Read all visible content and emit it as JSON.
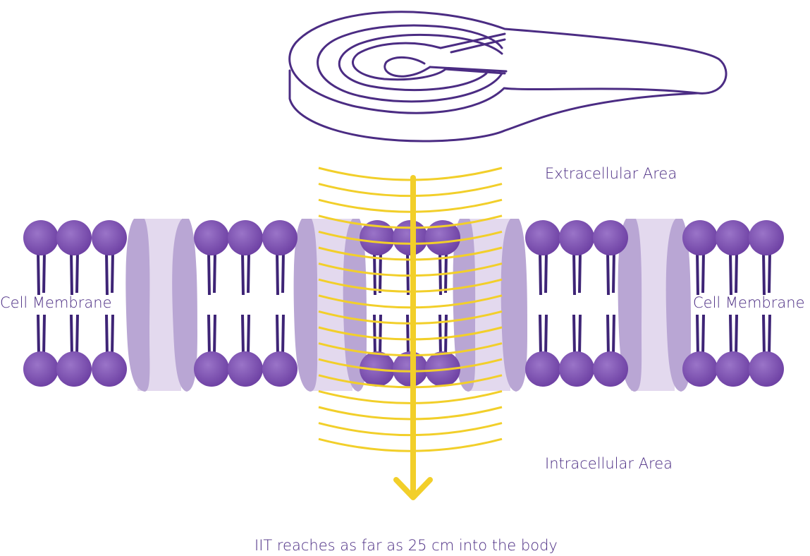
{
  "labels": {
    "extracellular": "Extracellular Area",
    "intracellular": "Intracellular Area",
    "membrane_left": "Cell Membrane",
    "membrane_right": "Cell Membrane",
    "caption": "IIT reaches as far as 25 cm into the body"
  },
  "colors": {
    "lipid_head": "#7b4fae",
    "lipid_tail": "#3e2476",
    "protein_dark": "#b9a6d4",
    "protein_light": "#e3d9ee",
    "field_lines": "#f2cf2a",
    "device_outline": "#4b2c83",
    "text": "#4b2c83"
  },
  "icons": {
    "device": "magnetic-coil-applicator-icon",
    "arrow": "arrow-down-icon"
  }
}
